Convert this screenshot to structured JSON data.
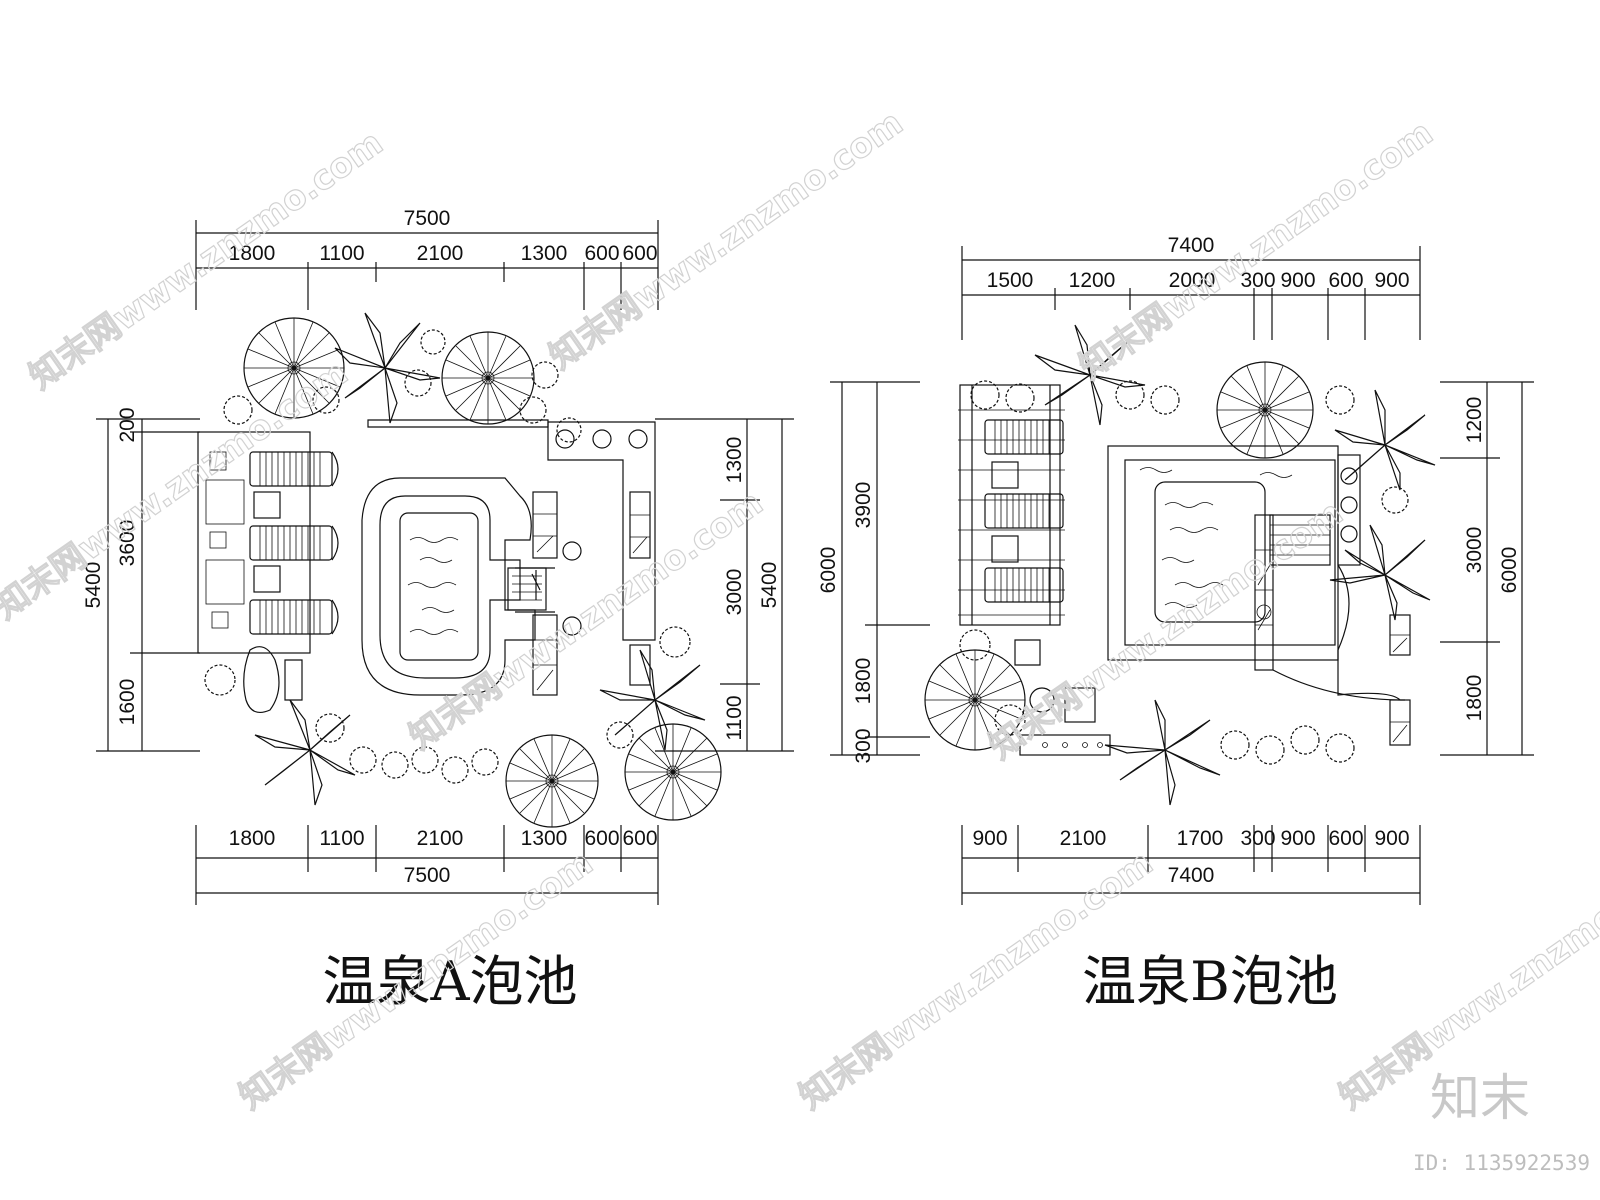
{
  "plans": [
    {
      "title": "温泉A泡池",
      "top_total": "7500",
      "top_segments": [
        "1800",
        "1100",
        "2100",
        "1300",
        "600",
        "600"
      ],
      "bottom_segments": [
        "1800",
        "1100",
        "2100",
        "1300",
        "600",
        "600"
      ],
      "bottom_total": "7500",
      "left_total": "5400",
      "left_segments": [
        "200",
        "3600",
        "1600"
      ],
      "right_segments": [
        "1300",
        "3000",
        "1100"
      ],
      "right_total": "5400"
    },
    {
      "title": "温泉B泡池",
      "top_total": "7400",
      "top_segments": [
        "1500",
        "1200",
        "2000",
        "300",
        "900",
        "600",
        "900"
      ],
      "bottom_segments": [
        "900",
        "2100",
        "1700",
        "300",
        "900",
        "600",
        "900"
      ],
      "bottom_total": "7400",
      "left_total": "6000",
      "left_segments": [
        "3900",
        "1800",
        "300"
      ],
      "right_segments": [
        "1200",
        "3000",
        "1800"
      ],
      "right_total": "6000"
    }
  ],
  "watermark": {
    "text": "知末网www.znzmo.com",
    "logo": "知末",
    "id": "ID: 1135922539"
  }
}
